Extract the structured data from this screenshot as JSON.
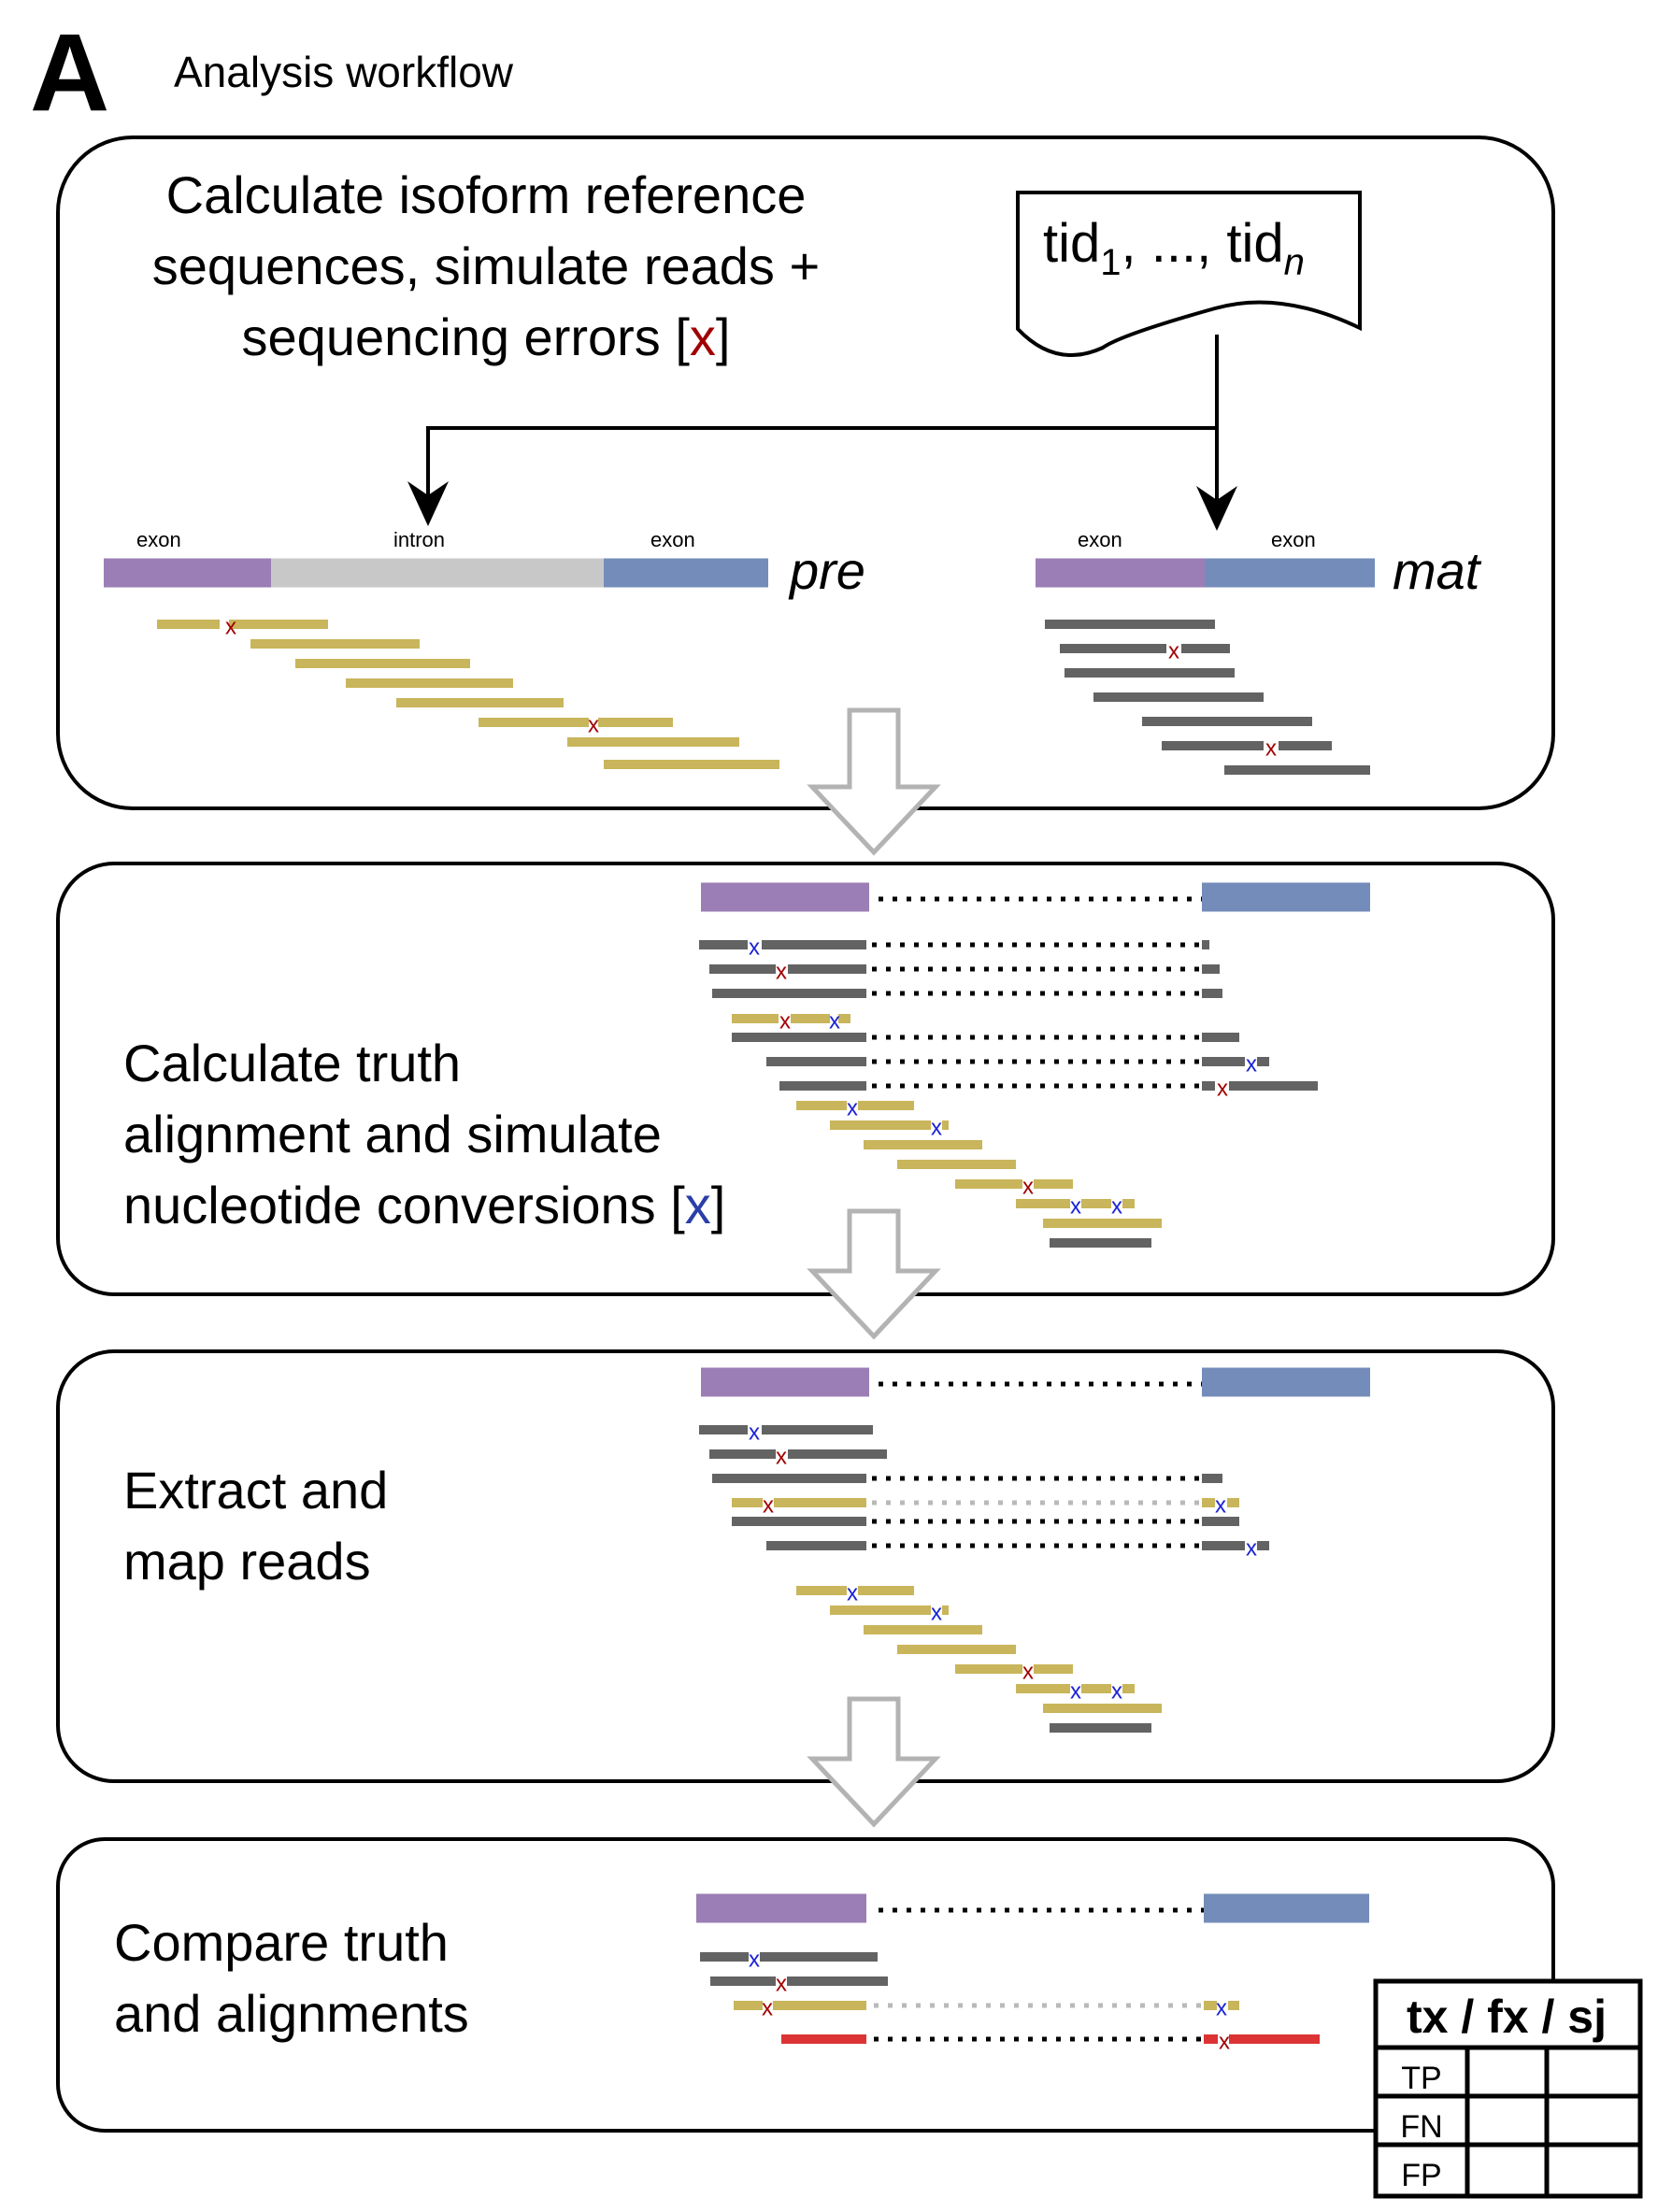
{
  "figure": {
    "panel_letter": "A",
    "title": "Analysis workflow"
  },
  "colors": {
    "exon1": "#9b7eb5",
    "exon2": "#748cb9",
    "intron": "#c8c8c8",
    "read_yellow": "#c9b55b",
    "read_gray": "#636363",
    "read_red": "#dc3434",
    "error_x": "#a00000",
    "conversion_x": "#1a22d6",
    "flow_arrow": "#b3b3b3",
    "border": "#000000"
  },
  "steps": [
    {
      "lines": [
        "Calculate isoform reference",
        "sequences, simulate reads +",
        "sequencing errors ["
      ],
      "marker": "x",
      "marker_close": "]",
      "marker_kind": "error"
    },
    {
      "lines": [
        "Calculate truth",
        "alignment and simulate",
        "nucleotide conversions ["
      ],
      "marker": "x",
      "marker_close": "]",
      "marker_kind": "conversion"
    },
    {
      "lines": [
        "Extract and",
        "map reads"
      ]
    },
    {
      "lines": [
        "Compare truth",
        "and alignments"
      ]
    }
  ],
  "document_input": {
    "base": "tid",
    "sub1": "1",
    "mid": ", ..., ",
    "base2": "tid",
    "subn": "n"
  },
  "pre_model": {
    "label": "pre",
    "segment_labels": [
      "exon",
      "intron",
      "exon"
    ]
  },
  "mat_model": {
    "label": "mat",
    "segment_labels": [
      "exon",
      "exon"
    ]
  },
  "metrics_table": {
    "header": "tx / fx / sj",
    "rows": [
      "TP",
      "FN",
      "FP"
    ]
  },
  "marker_glyph": "x"
}
